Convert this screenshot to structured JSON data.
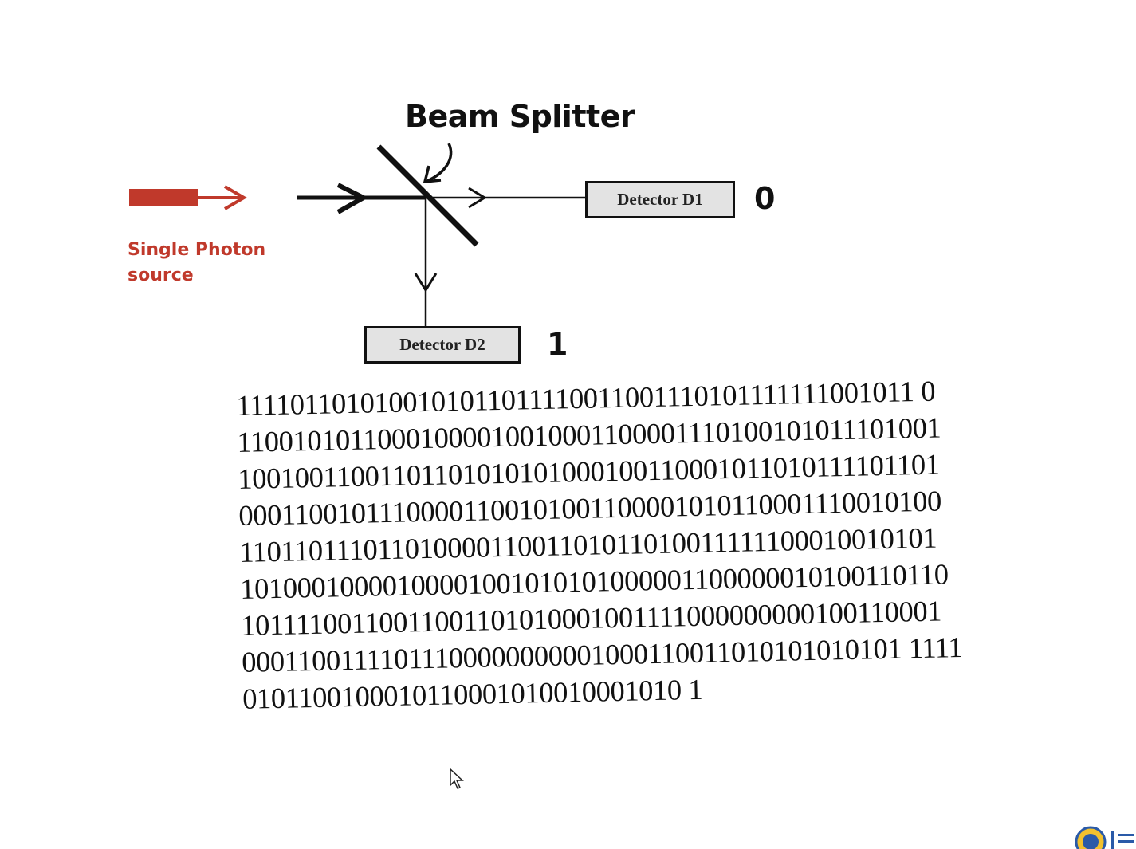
{
  "diagram": {
    "title": "Beam Splitter",
    "source_label_line1": "Single Photon",
    "source_label_line2": "source",
    "detector1_label": "Detector D1",
    "detector2_label": "Detector D2",
    "detector1_bit": "0",
    "detector2_bit": "1",
    "colors": {
      "source": "#c0392b",
      "lines": "#111111",
      "detector_fill": "#e3e3e3"
    }
  },
  "binary_lines": [
    "1111011010100101011011110011001110101111111001011 0",
    "11001010110001000010010001100001110100101011101001",
    "10010011001101101010101000100110001011010111101101",
    "00011001011100001100101001100001010110001110010100",
    "11011011101101000011001101011010011111100010010101",
    "10100010000100001001010101000001100000010100110110",
    "10111100110011001101010001001111000000000100110001",
    "00011001111011100000000001000110011010101010101 1111",
    "0101100100010110001010010001010 1"
  ],
  "icons": {
    "cursor": "mouse-pointer-icon",
    "logo": "institution-logo-icon"
  }
}
